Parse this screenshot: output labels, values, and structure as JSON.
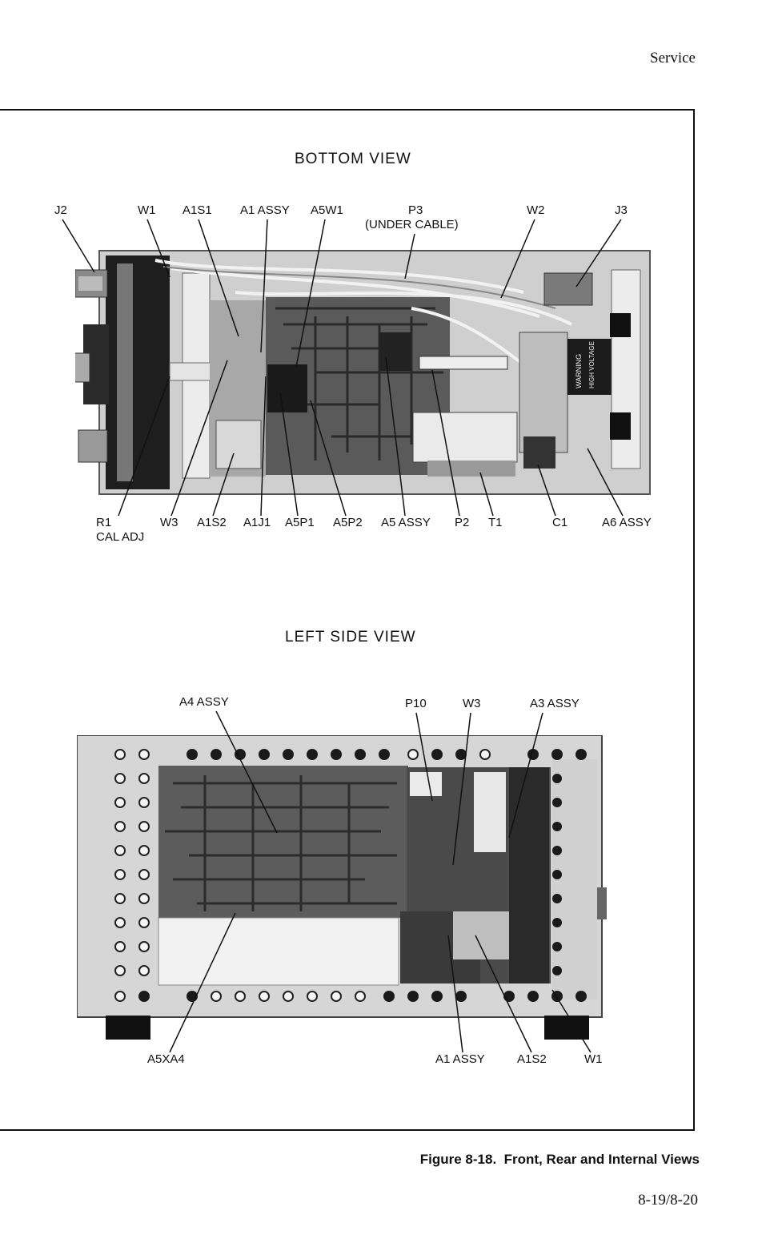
{
  "header": {
    "section": "Service"
  },
  "bottom_view": {
    "title": "BOTTOM VIEW",
    "top_labels": {
      "j2": "J2",
      "w1": "W1",
      "a1s1": "A1S1",
      "a1_assy": "A1 ASSY",
      "a5w1": "A5W1",
      "p3": "P3",
      "p3_note": "(UNDER CABLE)",
      "w2": "W2",
      "j3": "J3"
    },
    "bottom_labels": {
      "r1": "R1",
      "r1_note": "CAL ADJ",
      "w3": "W3",
      "a1s2": "A1S2",
      "a1j1": "A1J1",
      "a5p1": "A5P1",
      "a5p2": "A5P2",
      "a5_assy": "A5 ASSY",
      "p2": "P2",
      "t1": "T1",
      "c1": "C1",
      "a6_assy": "A6 ASSY"
    },
    "photo_text": {
      "warning": "WARNING",
      "high_voltage": "HIGH VOLTAGE"
    }
  },
  "left_side_view": {
    "title": "LEFT SIDE VIEW",
    "top_labels": {
      "a4_assy": "A4 ASSY",
      "p10": "P10",
      "w3": "W3",
      "a3_assy": "A3 ASSY"
    },
    "bottom_labels": {
      "a5xa4": "A5XA4",
      "a1_assy": "A1 ASSY",
      "a1s2": "A1S2",
      "w1": "W1"
    }
  },
  "caption": "Figure 8-18.  Front, Rear and Internal Views",
  "page_number": "8-19/8-20"
}
